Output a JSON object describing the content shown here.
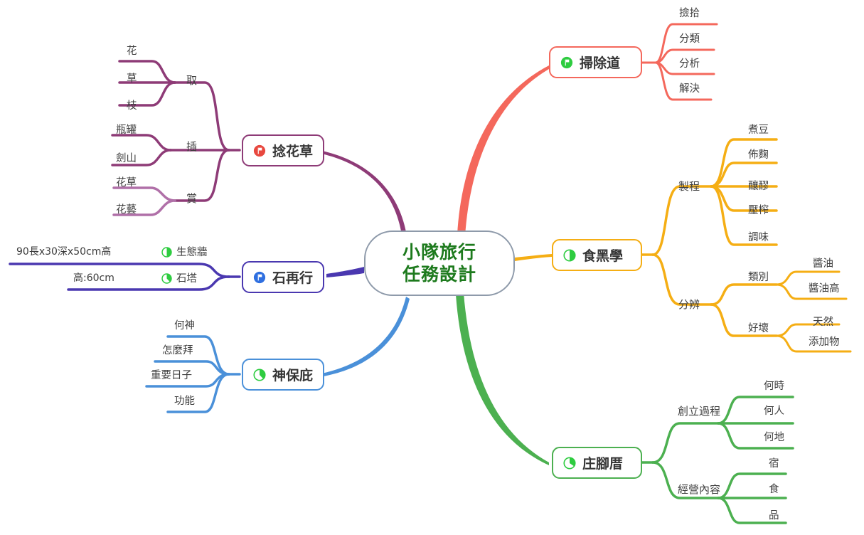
{
  "colors": {
    "center_border": "#8e9aaa",
    "center_text": "#1d7a1d",
    "red": "#f4685c",
    "orange": "#f5ae14",
    "green": "#4cb050",
    "purple": "#8e3b77",
    "purple_light": "#b070a8",
    "indigo": "#4a38b0",
    "blue": "#4a90d9",
    "node_text": "#353535",
    "leaf_text": "#3f3f3f",
    "icon_green": "#2ecc40",
    "icon_red": "#e8483f",
    "icon_blue": "#2f6fe0"
  },
  "center": {
    "line1": "小隊旅行",
    "line2": "任務設計"
  },
  "branches": [
    {
      "id": "sweep",
      "label": "掃除道",
      "icon": "flag-circle-icon",
      "icon_color": "#2ecc40",
      "color": "#f4685c",
      "children": [
        {
          "label": "撿拾"
        },
        {
          "label": "分類"
        },
        {
          "label": "分析"
        },
        {
          "label": "解決"
        }
      ]
    },
    {
      "id": "soy",
      "label": "食黑學",
      "icon": "half-circle-icon",
      "icon_color": "#2ecc40",
      "color": "#f5ae14",
      "children": [
        {
          "label": "製程",
          "children": [
            {
              "label": "煮豆"
            },
            {
              "label": "佈麴"
            },
            {
              "label": "釀醪"
            },
            {
              "label": "壓榨"
            },
            {
              "label": "調味"
            }
          ]
        },
        {
          "label": "分辨",
          "children": [
            {
              "label": "類別",
              "children": [
                {
                  "label": "醬油"
                },
                {
                  "label": "醬油高"
                }
              ]
            },
            {
              "label": "好壞",
              "children": [
                {
                  "label": "天然"
                },
                {
                  "label": "添加物"
                }
              ]
            }
          ]
        }
      ]
    },
    {
      "id": "farmhouse",
      "label": "庄腳厝",
      "icon": "pie-circle-icon",
      "icon_color": "#2ecc40",
      "color": "#4cb050",
      "children": [
        {
          "label": "創立過程",
          "children": [
            {
              "label": "何時"
            },
            {
              "label": "何人"
            },
            {
              "label": "何地"
            }
          ]
        },
        {
          "label": "經營內容",
          "children": [
            {
              "label": "宿"
            },
            {
              "label": "食"
            },
            {
              "label": "品"
            }
          ]
        }
      ]
    },
    {
      "id": "flower",
      "label": "捻花草",
      "icon": "flag-circle-icon",
      "icon_color": "#e8483f",
      "color": "#8e3b77",
      "children": [
        {
          "label": "取",
          "children": [
            {
              "label": "花"
            },
            {
              "label": "草"
            },
            {
              "label": "枝"
            }
          ]
        },
        {
          "label": "插",
          "children": [
            {
              "label": "瓶罐"
            },
            {
              "label": "劍山"
            }
          ]
        },
        {
          "label": "賞",
          "children": [
            {
              "label": "花草"
            },
            {
              "label": "花藝"
            }
          ]
        }
      ]
    },
    {
      "id": "stone",
      "label": "石再行",
      "icon": "flag-circle-icon",
      "icon_color": "#2f6fe0",
      "color": "#4a38b0",
      "children": [
        {
          "label": "生態牆",
          "icon": "half-circle-icon",
          "meta": "90長x30深x50cm高"
        },
        {
          "label": "石塔",
          "icon": "pie-circle-icon",
          "meta": "高:60cm"
        }
      ]
    },
    {
      "id": "deity",
      "label": "神保庇",
      "icon": "pie-circle-icon",
      "icon_color": "#2ecc40",
      "color": "#4a90d9",
      "children": [
        {
          "label": "何神"
        },
        {
          "label": "怎麼拜"
        },
        {
          "label": "重要日子"
        },
        {
          "label": "功能"
        }
      ]
    }
  ]
}
